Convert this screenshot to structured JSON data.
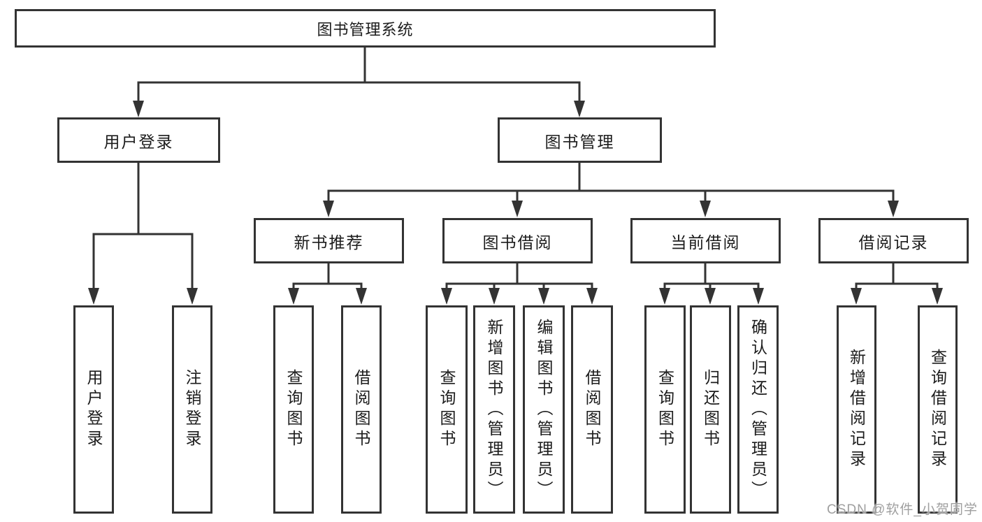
{
  "tree": {
    "label": "图书管理系统",
    "children": [
      {
        "label": "用户登录",
        "children": [
          {
            "label": "用户登录"
          },
          {
            "label": "注销登录"
          }
        ]
      },
      {
        "label": "图书管理",
        "children": [
          {
            "label": "新书推荐",
            "children": [
              {
                "label": "查询图书"
              },
              {
                "label": "借阅图书"
              }
            ]
          },
          {
            "label": "图书借阅",
            "children": [
              {
                "label": "查询图书"
              },
              {
                "label": "新增图书（管理员）"
              },
              {
                "label": "编辑图书（管理员）"
              },
              {
                "label": "借阅图书"
              }
            ]
          },
          {
            "label": "当前借阅",
            "children": [
              {
                "label": "查询图书"
              },
              {
                "label": "归还图书"
              },
              {
                "label": "确认归还（管理员）"
              }
            ]
          },
          {
            "label": "借阅记录",
            "children": [
              {
                "label": "新增借阅记录"
              },
              {
                "label": "查询借阅记录"
              }
            ]
          }
        ]
      }
    ]
  },
  "watermark": "CSDN @软件_小贺同学",
  "colors": {
    "line": "#333333",
    "box_border": "#333333",
    "text": "#1c1c1c",
    "watermark": "#9f9f9f",
    "background": "#ffffff"
  }
}
